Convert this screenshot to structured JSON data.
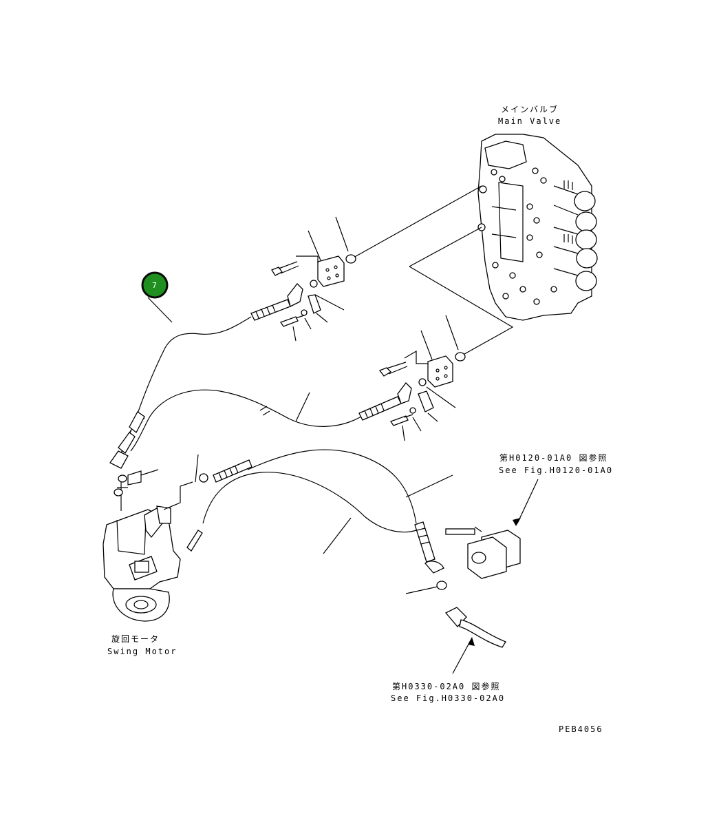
{
  "callout": {
    "number": "7"
  },
  "labels": {
    "main_valve_jp": "メインバルブ",
    "main_valve_en": "Main Valve",
    "ref1_jp": "第H0120-01A0 図参照",
    "ref1_en": "See Fig.H0120-01A0",
    "swing_motor_jp": "旋回モータ",
    "swing_motor_en": "Swing Motor",
    "ref2_jp": "第H0330-02A0 図参照",
    "ref2_en": "See Fig.H0330-02A0",
    "drawing_code": "PEB4056"
  }
}
